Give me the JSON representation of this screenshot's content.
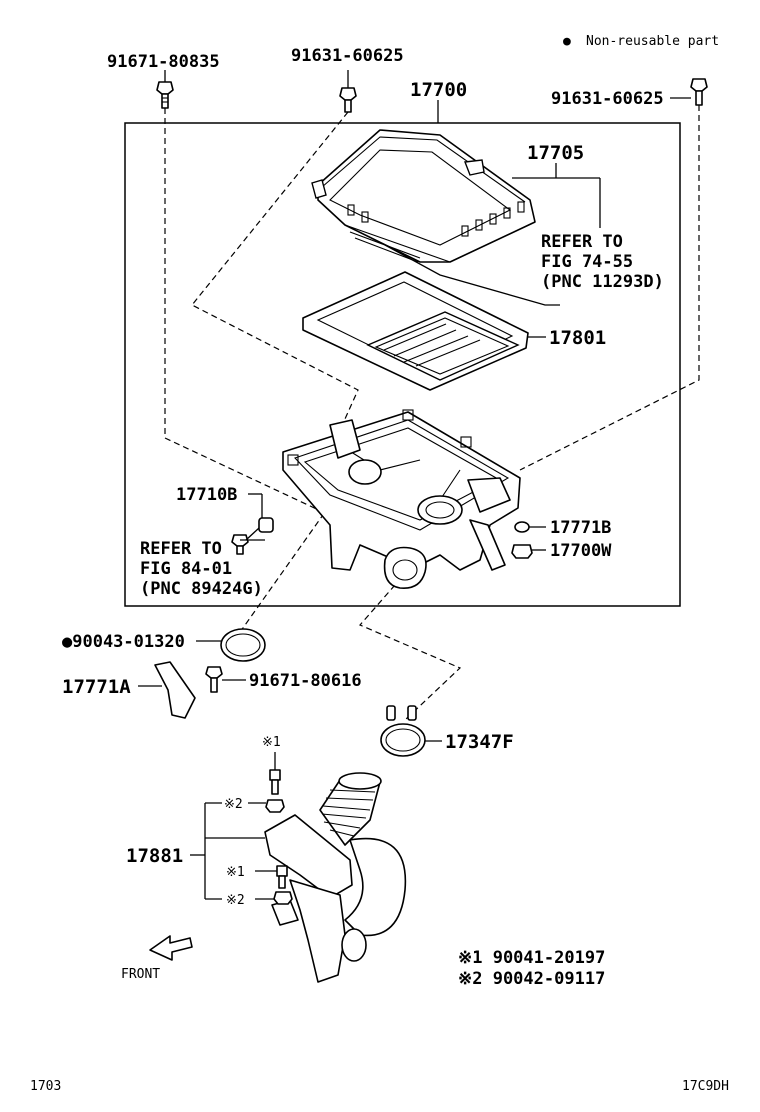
{
  "legend": {
    "bullet": "●",
    "text": "Non-reusable part"
  },
  "labels": {
    "p91671_80835": "91671-80835",
    "p91631_60625_left": "91631-60625",
    "p17700": "17700",
    "p91631_60625_right": "91631-60625",
    "p17705": "17705",
    "refer_74_55": [
      "REFER TO",
      "FIG 74-55",
      "(PNC 11293D)"
    ],
    "p17801": "17801",
    "p17710B": "17710B",
    "refer_84_01": [
      "REFER TO",
      "FIG 84-01",
      "(PNC 89424G)"
    ],
    "p17771B": "17771B",
    "p17700W": "17700W",
    "p90043_01320": "●90043-01320",
    "p17771A": "17771A",
    "p91671_80616": "91671-80616",
    "p17347F": "17347F",
    "mark1_top": "※1",
    "mark2_top": "※2",
    "p17881": "17881",
    "mark1_low": "※1",
    "mark2_low": "※2",
    "note1": "※1  90041-20197",
    "note2": "※2  90042-09117",
    "front": "FRONT"
  },
  "footer": {
    "left": "1703",
    "right": "17C9DH"
  }
}
